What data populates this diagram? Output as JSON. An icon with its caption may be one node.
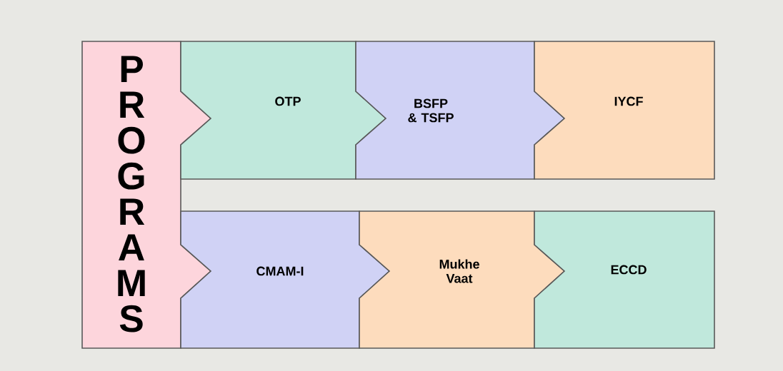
{
  "diagram": {
    "nodes": [
      {
        "text": [
          "PROGRAMS"
        ]
      },
      {
        "text": [
          "OTP"
        ]
      },
      {
        "text": [
          "BSFP & TSFP"
        ]
      },
      {
        "text": [
          "IYCF"
        ]
      },
      {
        "text": [
          "CMAM-I"
        ]
      },
      {
        "text": [
          "Mukhe Vaat"
        ]
      },
      {
        "text": [
          "ECCD"
        ]
      }
    ]
  }
}
